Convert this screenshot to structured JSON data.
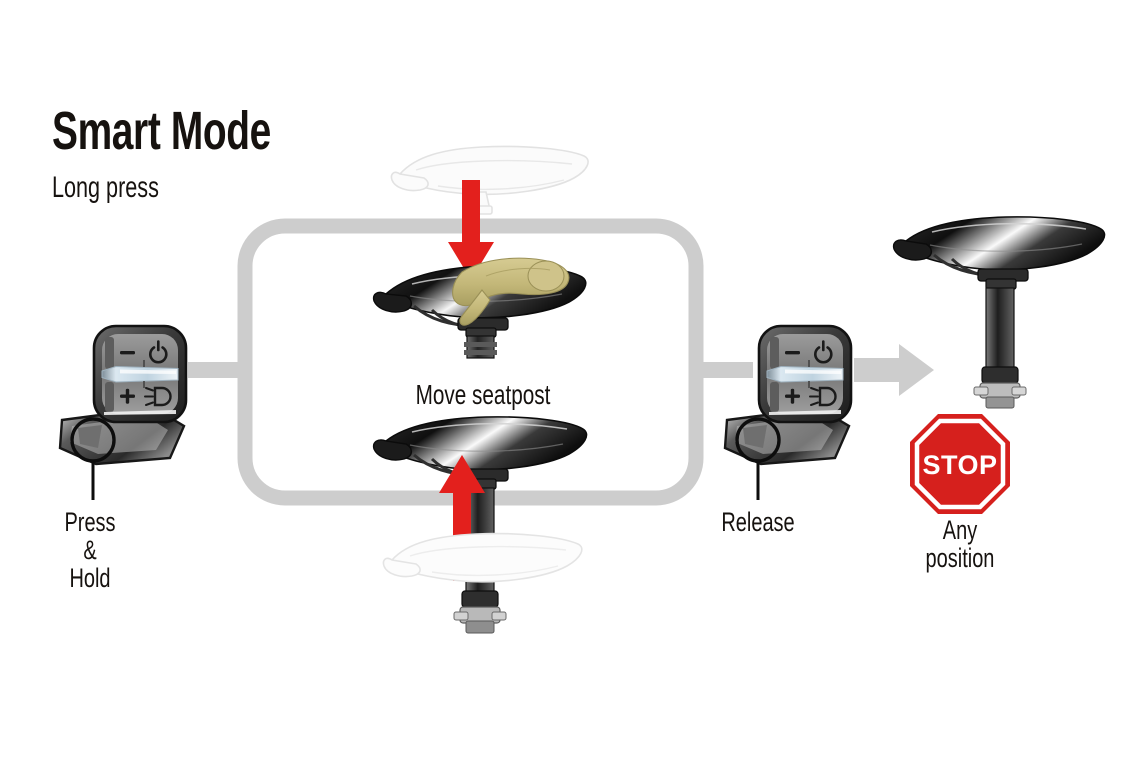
{
  "diagram": {
    "title": "Smart Mode",
    "subtitle": "Long press",
    "accent_red": "#e3201d",
    "flow_gray": "#cdcdcd",
    "hand_color": "#c9bd83",
    "ink": "#16120f"
  },
  "steps": [
    {
      "id": "press-hold",
      "caption_lines": [
        "Press",
        "&",
        "Hold"
      ],
      "control": "dropper-remote"
    },
    {
      "id": "move-seatpost",
      "caption_lines": [
        "Move seatpost"
      ],
      "arrow_down": "red-arrow-down",
      "arrow_up": "red-arrow-up"
    },
    {
      "id": "release",
      "caption_lines": [
        "Release"
      ],
      "control": "dropper-remote"
    },
    {
      "id": "any-position",
      "caption_lines": [
        "Any",
        "position"
      ],
      "sign_label": "STOP"
    }
  ],
  "remote": {
    "buttons": [
      {
        "name": "minus-button",
        "glyph": "−"
      },
      {
        "name": "power-button",
        "glyph": "power-icon"
      },
      {
        "name": "plus-button",
        "glyph": "+"
      },
      {
        "name": "light-button",
        "glyph": "headlight-icon"
      }
    ],
    "lever_name": "dropper-lever"
  },
  "stop_sign": {
    "label": "STOP"
  }
}
